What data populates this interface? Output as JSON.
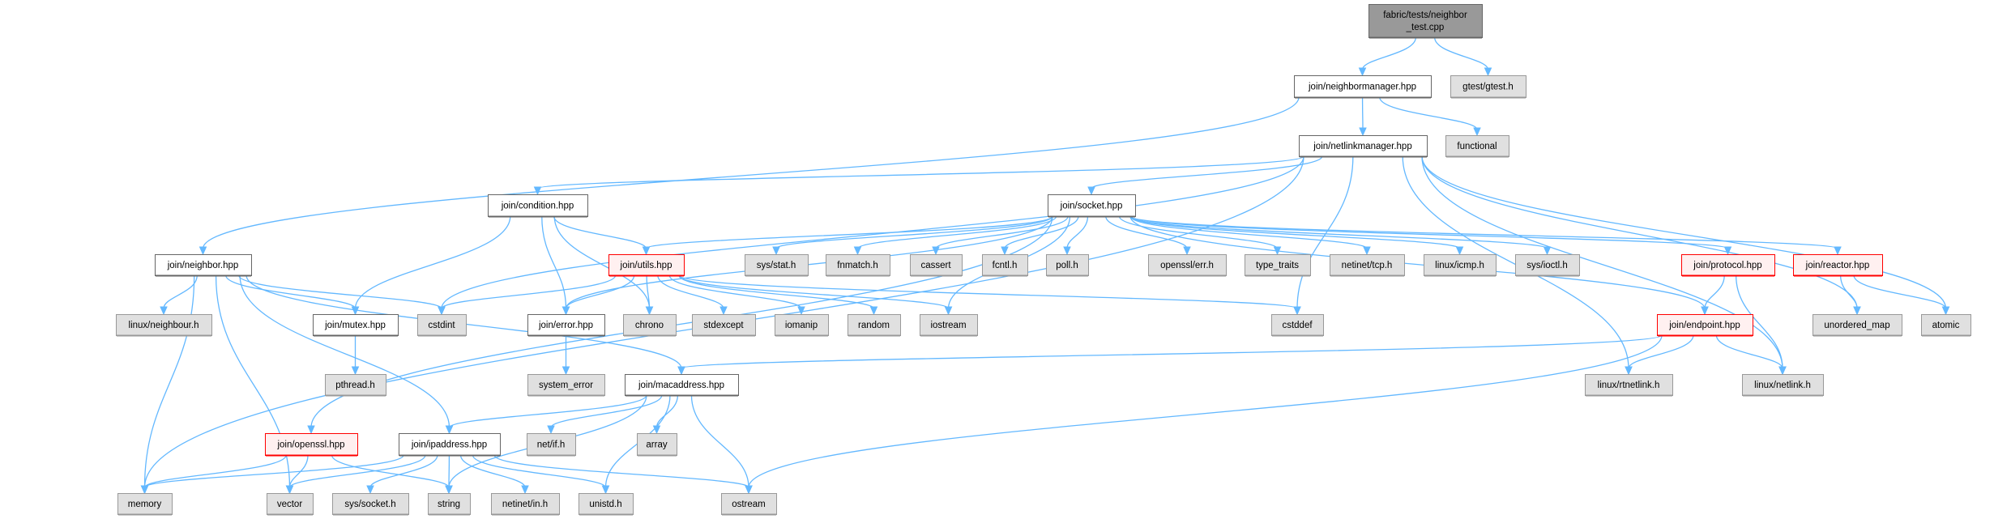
{
  "title": "fabric/tests/neighbor_test.cpp include dependency graph",
  "colors": {
    "edge": "#63b8ff",
    "root_fill": "#999999",
    "doc_fill": "#ffffff",
    "doc_border": "#666666",
    "ext_fill": "#e0e0e0",
    "ext_border": "#999999",
    "trunc_fill": "#fff0f0",
    "trunc_border": "#ff0000"
  },
  "nodes": [
    {
      "id": "root",
      "label": "fabric/tests/neighbor_test.cpp",
      "lines": [
        "fabric/tests/neighbor",
        "_test.cpp"
      ],
      "kind": "root"
    },
    {
      "id": "neighbormanager",
      "label": "join/neighbormanager.hpp",
      "kind": "doc"
    },
    {
      "id": "gtest",
      "label": "gtest/gtest.h",
      "kind": "ext"
    },
    {
      "id": "netlinkmanager",
      "label": "join/netlinkmanager.hpp",
      "kind": "doc"
    },
    {
      "id": "functional",
      "label": "functional",
      "kind": "ext"
    },
    {
      "id": "condition",
      "label": "join/condition.hpp",
      "kind": "doc"
    },
    {
      "id": "socket",
      "label": "join/socket.hpp",
      "kind": "doc"
    },
    {
      "id": "neighbor",
      "label": "join/neighbor.hpp",
      "kind": "doc"
    },
    {
      "id": "utils",
      "label": "join/utils.hpp",
      "kind": "trunc"
    },
    {
      "id": "sysstat",
      "label": "sys/stat.h",
      "kind": "ext"
    },
    {
      "id": "fnmatch",
      "label": "fnmatch.h",
      "kind": "ext"
    },
    {
      "id": "cassert",
      "label": "cassert",
      "kind": "ext"
    },
    {
      "id": "fcntl",
      "label": "fcntl.h",
      "kind": "ext"
    },
    {
      "id": "poll",
      "label": "poll.h",
      "kind": "ext"
    },
    {
      "id": "opensslerr",
      "label": "openssl/err.h",
      "kind": "ext"
    },
    {
      "id": "typetraits",
      "label": "type_traits",
      "kind": "ext"
    },
    {
      "id": "netinettcp",
      "label": "netinet/tcp.h",
      "kind": "ext"
    },
    {
      "id": "linuxicmp",
      "label": "linux/icmp.h",
      "kind": "ext"
    },
    {
      "id": "sysioctl",
      "label": "sys/ioctl.h",
      "kind": "ext"
    },
    {
      "id": "protocol",
      "label": "join/protocol.hpp",
      "kind": "trunc"
    },
    {
      "id": "reactor",
      "label": "join/reactor.hpp",
      "kind": "trunc"
    },
    {
      "id": "linuxneighbour",
      "label": "linux/neighbour.h",
      "kind": "ext"
    },
    {
      "id": "mutex",
      "label": "join/mutex.hpp",
      "kind": "doc"
    },
    {
      "id": "cstdint",
      "label": "cstdint",
      "kind": "ext"
    },
    {
      "id": "error",
      "label": "join/error.hpp",
      "kind": "doc"
    },
    {
      "id": "chrono",
      "label": "chrono",
      "kind": "ext"
    },
    {
      "id": "stdexcept",
      "label": "stdexcept",
      "kind": "ext"
    },
    {
      "id": "iomanip",
      "label": "iomanip",
      "kind": "ext"
    },
    {
      "id": "random",
      "label": "random",
      "kind": "ext"
    },
    {
      "id": "iostream",
      "label": "iostream",
      "kind": "ext"
    },
    {
      "id": "cstddef",
      "label": "cstddef",
      "kind": "ext"
    },
    {
      "id": "endpoint",
      "label": "join/endpoint.hpp",
      "kind": "trunc"
    },
    {
      "id": "unorderedmap",
      "label": "unordered_map",
      "kind": "ext"
    },
    {
      "id": "atomic",
      "label": "atomic",
      "kind": "ext"
    },
    {
      "id": "pthread",
      "label": "pthread.h",
      "kind": "ext"
    },
    {
      "id": "systemerror",
      "label": "system_error",
      "kind": "ext"
    },
    {
      "id": "macaddress",
      "label": "join/macaddress.hpp",
      "kind": "doc"
    },
    {
      "id": "rtnetlink",
      "label": "linux/rtnetlink.h",
      "kind": "ext"
    },
    {
      "id": "netlink",
      "label": "linux/netlink.h",
      "kind": "ext"
    },
    {
      "id": "openssl",
      "label": "join/openssl.hpp",
      "kind": "trunc"
    },
    {
      "id": "ipaddress",
      "label": "join/ipaddress.hpp",
      "kind": "doc"
    },
    {
      "id": "netif",
      "label": "net/if.h",
      "kind": "ext"
    },
    {
      "id": "array",
      "label": "array",
      "kind": "ext"
    },
    {
      "id": "memory",
      "label": "memory",
      "kind": "ext"
    },
    {
      "id": "vector",
      "label": "vector",
      "kind": "ext"
    },
    {
      "id": "syssocket",
      "label": "sys/socket.h",
      "kind": "ext"
    },
    {
      "id": "string",
      "label": "string",
      "kind": "ext"
    },
    {
      "id": "netinetin",
      "label": "netinet/in.h",
      "kind": "ext"
    },
    {
      "id": "unistd",
      "label": "unistd.h",
      "kind": "ext"
    },
    {
      "id": "ostream",
      "label": "ostream",
      "kind": "ext"
    }
  ],
  "edges": [
    [
      "root",
      "neighbormanager"
    ],
    [
      "root",
      "gtest"
    ],
    [
      "neighbormanager",
      "netlinkmanager"
    ],
    [
      "neighbormanager",
      "functional"
    ],
    [
      "neighbormanager",
      "neighbor"
    ],
    [
      "netlinkmanager",
      "socket"
    ],
    [
      "netlinkmanager",
      "condition"
    ],
    [
      "netlinkmanager",
      "memory"
    ],
    [
      "netlinkmanager",
      "cstdint"
    ],
    [
      "netlinkmanager",
      "cstddef"
    ],
    [
      "netlinkmanager",
      "rtnetlink"
    ],
    [
      "netlinkmanager",
      "unorderedmap"
    ],
    [
      "netlinkmanager",
      "atomic"
    ],
    [
      "netlinkmanager",
      "netlink"
    ],
    [
      "condition",
      "utils"
    ],
    [
      "condition",
      "mutex"
    ],
    [
      "condition",
      "error"
    ],
    [
      "condition",
      "chrono"
    ],
    [
      "socket",
      "utils"
    ],
    [
      "socket",
      "error"
    ],
    [
      "socket",
      "openssl"
    ],
    [
      "socket",
      "iostream"
    ],
    [
      "socket",
      "sysstat"
    ],
    [
      "socket",
      "fnmatch"
    ],
    [
      "socket",
      "cassert"
    ],
    [
      "socket",
      "fcntl"
    ],
    [
      "socket",
      "poll"
    ],
    [
      "socket",
      "opensslerr"
    ],
    [
      "socket",
      "typetraits"
    ],
    [
      "socket",
      "netinettcp"
    ],
    [
      "socket",
      "linuxicmp"
    ],
    [
      "socket",
      "sysioctl"
    ],
    [
      "socket",
      "protocol"
    ],
    [
      "socket",
      "reactor"
    ],
    [
      "socket",
      "endpoint"
    ],
    [
      "utils",
      "cstdint"
    ],
    [
      "utils",
      "error"
    ],
    [
      "utils",
      "chrono"
    ],
    [
      "utils",
      "stdexcept"
    ],
    [
      "utils",
      "iomanip"
    ],
    [
      "utils",
      "random"
    ],
    [
      "utils",
      "iostream"
    ],
    [
      "utils",
      "cstddef"
    ],
    [
      "neighbor",
      "linuxneighbour"
    ],
    [
      "neighbor",
      "mutex"
    ],
    [
      "neighbor",
      "cstdint"
    ],
    [
      "neighbor",
      "memory"
    ],
    [
      "neighbor",
      "vector"
    ],
    [
      "neighbor",
      "ipaddress"
    ],
    [
      "neighbor",
      "macaddress"
    ],
    [
      "mutex",
      "pthread"
    ],
    [
      "error",
      "systemerror"
    ],
    [
      "macaddress",
      "ipaddress"
    ],
    [
      "macaddress",
      "netif"
    ],
    [
      "macaddress",
      "array"
    ],
    [
      "macaddress",
      "unistd"
    ],
    [
      "macaddress",
      "ostream"
    ],
    [
      "macaddress",
      "string"
    ],
    [
      "openssl",
      "memory"
    ],
    [
      "openssl",
      "vector"
    ],
    [
      "openssl",
      "string"
    ],
    [
      "ipaddress",
      "memory"
    ],
    [
      "ipaddress",
      "vector"
    ],
    [
      "ipaddress",
      "syssocket"
    ],
    [
      "ipaddress",
      "string"
    ],
    [
      "ipaddress",
      "netinetin"
    ],
    [
      "ipaddress",
      "unistd"
    ],
    [
      "ipaddress",
      "ostream"
    ],
    [
      "protocol",
      "endpoint"
    ],
    [
      "protocol",
      "netlink"
    ],
    [
      "reactor",
      "unorderedmap"
    ],
    [
      "reactor",
      "atomic"
    ],
    [
      "endpoint",
      "macaddress"
    ],
    [
      "endpoint",
      "rtnetlink"
    ],
    [
      "endpoint",
      "netlink"
    ],
    [
      "endpoint",
      "ostream"
    ]
  ]
}
